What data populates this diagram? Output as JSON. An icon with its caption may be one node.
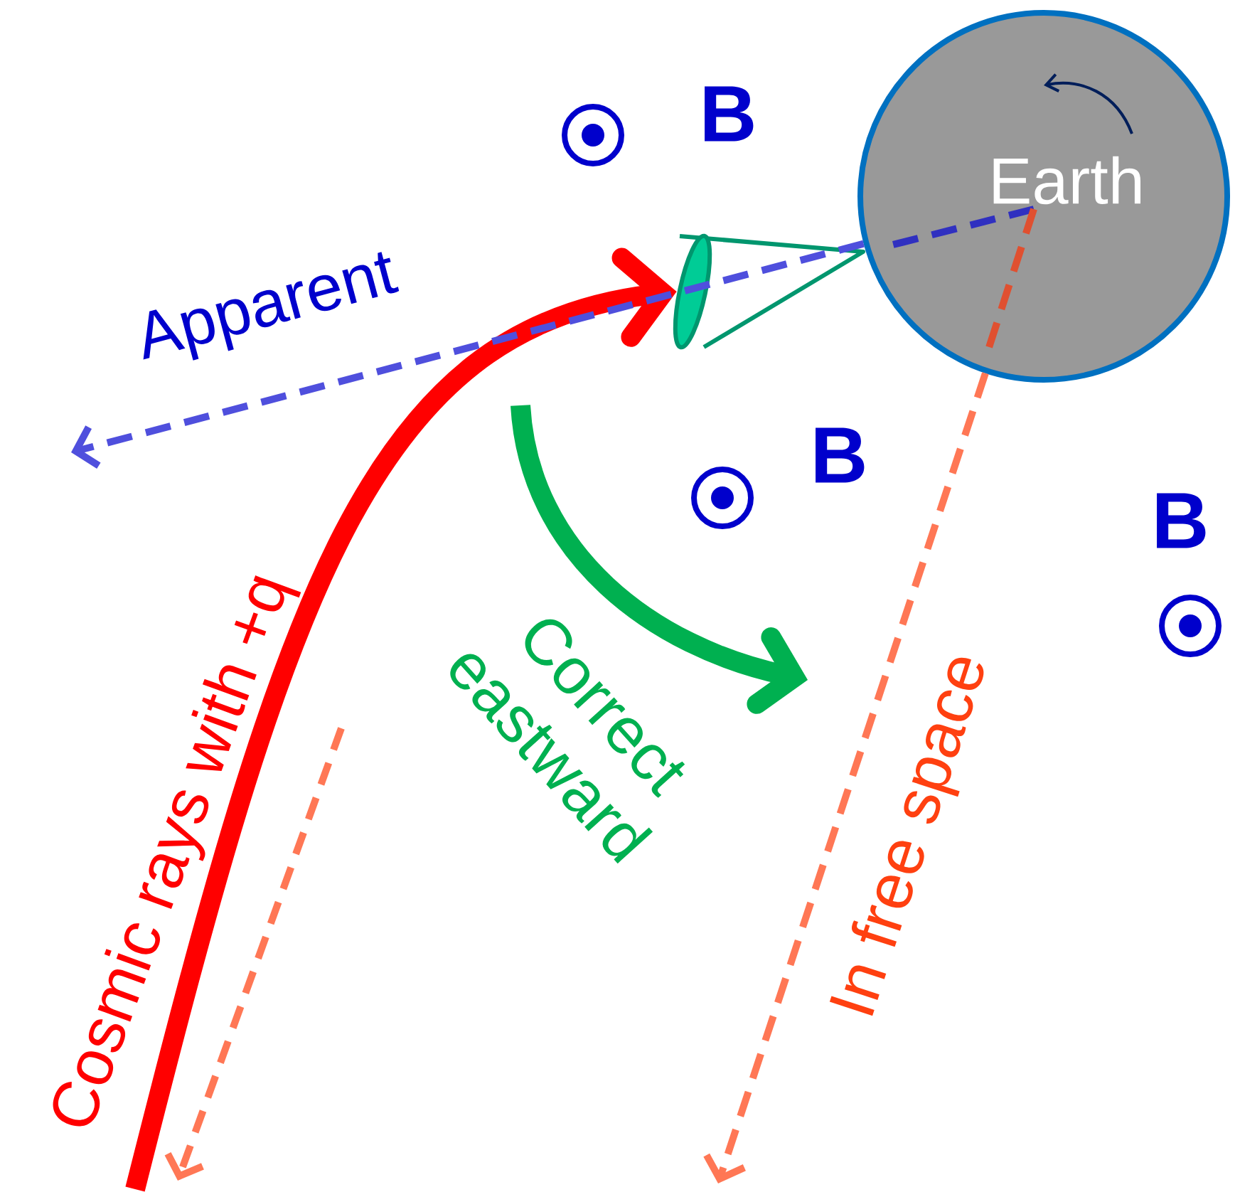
{
  "diagram": {
    "nodes": [
      {
        "text": [
          "Earth"
        ]
      },
      {
        "text": [],
        "shape": "cone"
      }
    ],
    "edges": [
      {
        "from": null,
        "to": 1,
        "arrow": "to",
        "label": "Cosmic rays with +q",
        "style": "thick",
        "color": "#ff0000"
      },
      {
        "from": 0,
        "to": null,
        "arrow": "to",
        "label": "Apparent",
        "style": "dashed",
        "color": "#4f4fdd"
      },
      {
        "from": 0,
        "to": null,
        "arrow": "to",
        "label": "In free space",
        "style": "dashed",
        "color": "#ff7755"
      }
    ],
    "labels": [
      "B",
      "B",
      "B",
      "Correct eastward"
    ]
  }
}
